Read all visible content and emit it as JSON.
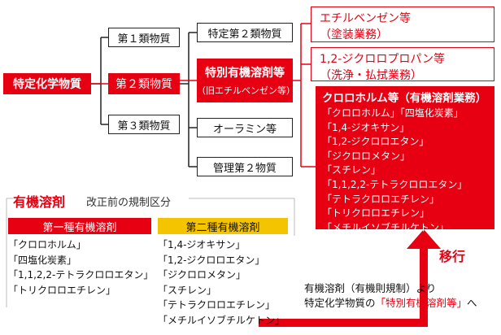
{
  "root": "特定化学物質",
  "classes": {
    "c1": "第１類物質",
    "c2": "第２類物質",
    "c3": "第３類物質"
  },
  "sub": {
    "s1": "特定第２類物質",
    "s2_title": "特別有機溶剤等",
    "s2_sub": "（旧エチルベンゼン等）",
    "s3": "オーラミン等",
    "s4": "管理第２物質"
  },
  "right": {
    "b1_l1": "エチルベンゼン等",
    "b1_l2": "（塗装業務）",
    "b2_l1": "1,2-ジクロロプロパン等",
    "b2_l2": "（洗浄・払拭業務）",
    "b3_title": "クロロホルム等（有機溶剤業務）",
    "b3_items": [
      "「クロロホルム」「四塩化炭素」",
      "「1,4-ジオキサン」",
      "「1,2-ジクロロエタン」",
      "「ジクロロメタン」",
      "「スチレン」",
      "「1,1,2,2-テトラクロロエタン」",
      "「テトラクロロエチレン」",
      "「トリクロロエチレン」",
      "「メチルイソブチルケトン」"
    ]
  },
  "organic": {
    "title": "有機溶剤",
    "subtitle": "改正前の規制区分",
    "t1_header": "第一種有機溶剤",
    "t1_items": [
      "「クロロホルム」",
      "「四塩化炭素」",
      "「1,1,2,2-テトラクロロエタン」",
      "「トリクロロエチレン」"
    ],
    "t2_header": "第二種有機溶剤",
    "t2_items": [
      "「1,4-ジオキサン」",
      "「1,2-ジクロロエタン」",
      "「ジクロロメタン」",
      "「スチレン」",
      "「テトラクロロエチレン」",
      "「メチルイソブチルケトン」"
    ]
  },
  "transition": {
    "label": "移行",
    "line1": "有機溶剤（有機則規制）より",
    "line2_pre": "特定化学物質の",
    "line2_hl": "「特別有機溶剤等」",
    "line2_post": "へ"
  },
  "colors": {
    "red": "#e60012",
    "yellow": "#f5c400",
    "dark": "#222222"
  }
}
